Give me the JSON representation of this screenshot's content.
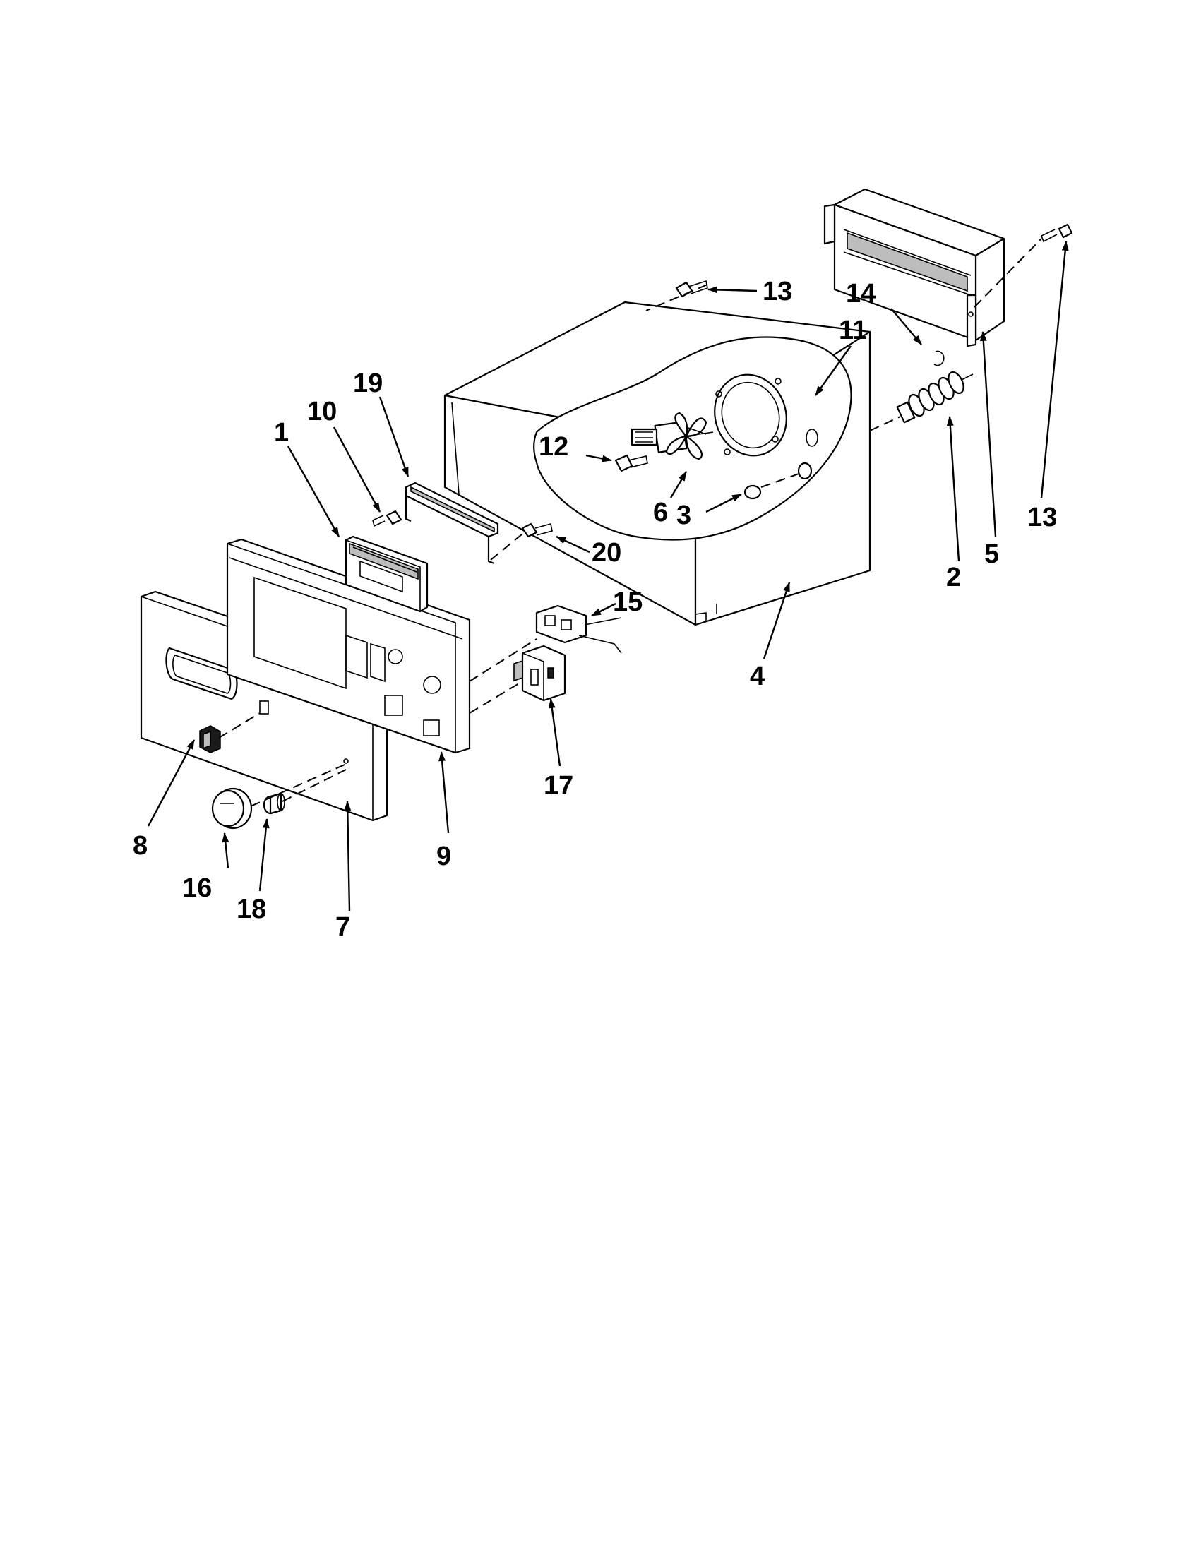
{
  "diagram": {
    "colors": {
      "ink": "#000000",
      "paper": "#ffffff",
      "shade": "#bdbdbd"
    },
    "callouts": {
      "c1": "1",
      "c2": "2",
      "c3": "3",
      "c4": "4",
      "c5": "5",
      "c6": "6",
      "c7": "7",
      "c8": "8",
      "c9": "9",
      "c10": "10",
      "c11": "11",
      "c12": "12",
      "c13a": "13",
      "c13b": "13",
      "c14": "14",
      "c15": "15",
      "c16": "16",
      "c17": "17",
      "c18": "18",
      "c19": "19",
      "c20": "20"
    }
  }
}
